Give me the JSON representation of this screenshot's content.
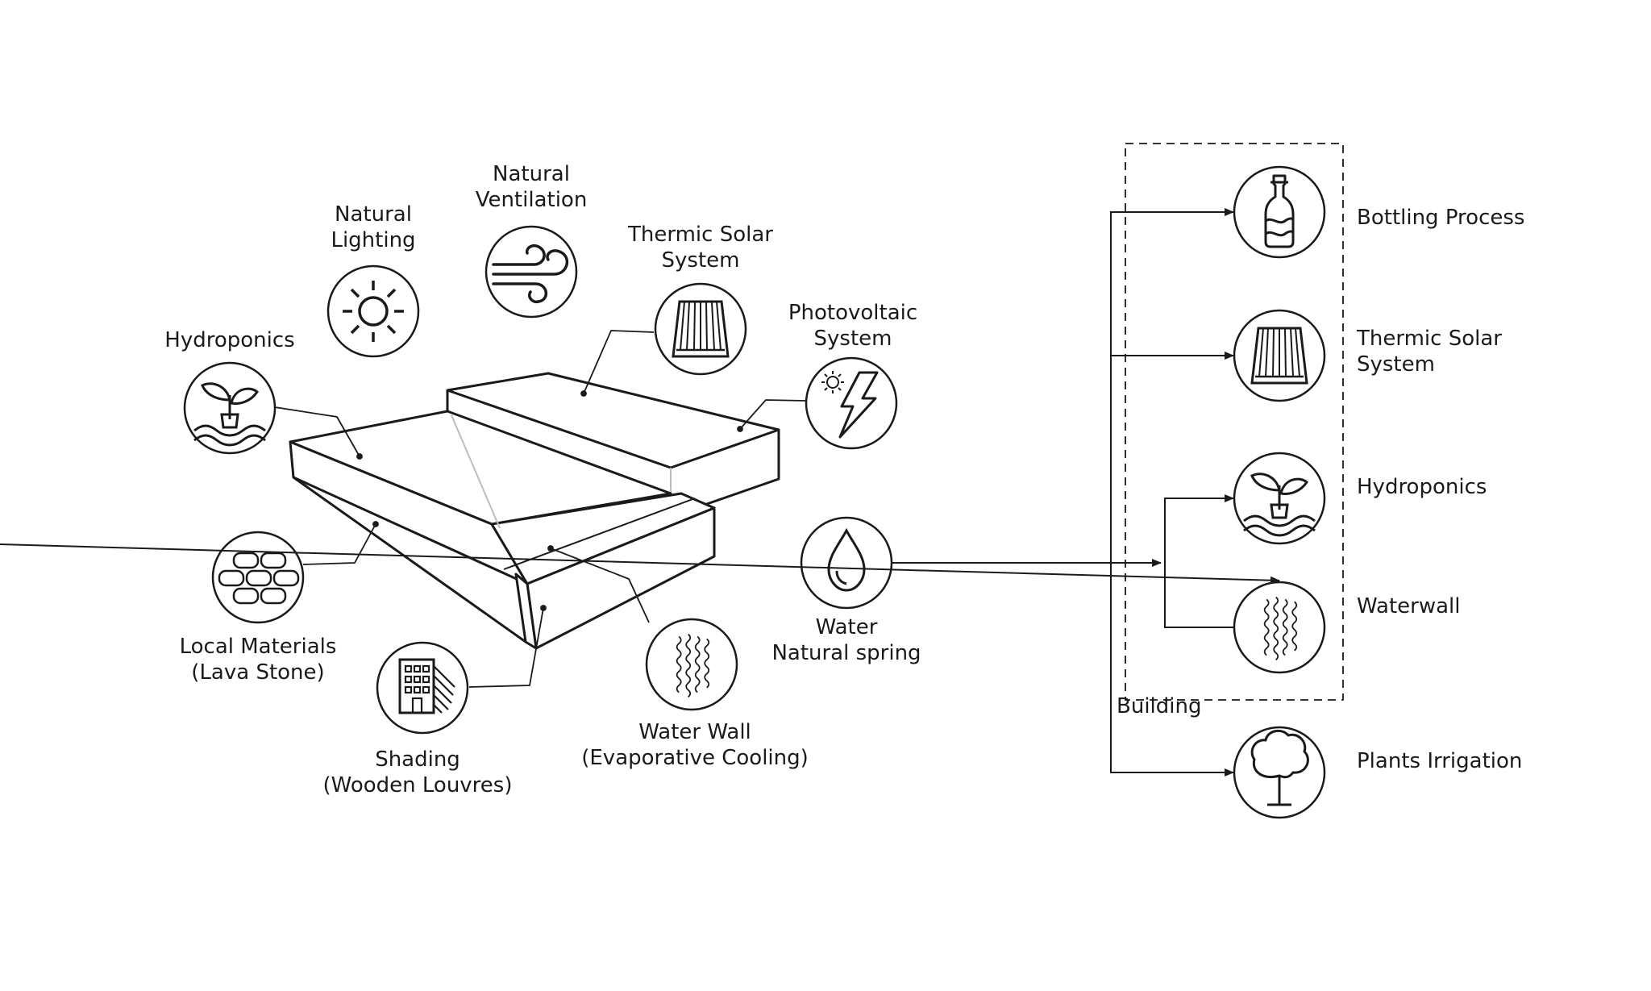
{
  "diagram": {
    "left_labels": {
      "natural_lighting": [
        "Natural",
        "Lighting"
      ],
      "natural_ventilation": [
        "Natural",
        "Ventilation"
      ],
      "thermic_solar": [
        "Thermic Solar",
        "System"
      ],
      "photovoltaic": [
        "Photovoltaic",
        "System"
      ],
      "hydroponics": [
        "Hydroponics"
      ],
      "local_materials": [
        "Local Materials",
        "(Lava Stone)"
      ],
      "shading": [
        "Shading",
        "(Wooden Louvres)"
      ],
      "water_wall": [
        "Water Wall",
        "(Evaporative Cooling)"
      ],
      "water_source": [
        "Water",
        "Natural spring"
      ]
    },
    "right_labels": {
      "bottling": "Bottling Process",
      "thermic_solar": [
        "Thermic Solar",
        "System"
      ],
      "hydroponics": "Hydroponics",
      "waterwall": "Waterwall",
      "plants_irrigation": "Plants Irrigation",
      "building": "Building"
    },
    "icons": [
      "sun-icon",
      "wind-icon",
      "solar-collector-icon",
      "photovoltaic-icon",
      "plant-icon",
      "stone-icon",
      "building-louvre-icon",
      "waves-icon",
      "water-drop-icon",
      "bottle-icon",
      "tree-icon"
    ],
    "colors": {
      "stroke": "#1a1a1a",
      "faint": "#bdbdbd"
    }
  }
}
